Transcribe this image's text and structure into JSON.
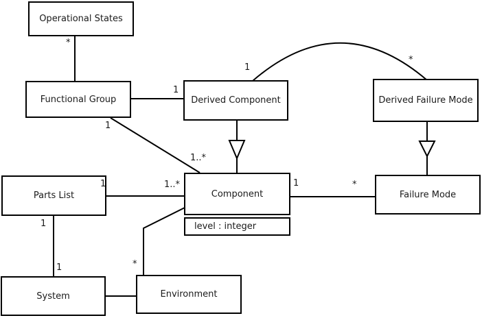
{
  "diagram": {
    "kind": "uml-class-diagram",
    "colors": {
      "line": "#000000",
      "background": "#ffffff",
      "box_fill": "#ffffff",
      "text": "#1a1a1a"
    }
  },
  "classes": {
    "operational_states": {
      "label": "Operational States"
    },
    "functional_group": {
      "label": "Functional Group"
    },
    "derived_component": {
      "label": "Derived Component"
    },
    "derived_failure_mode": {
      "label": "Derived Failure Mode"
    },
    "parts_list": {
      "label": "Parts List"
    },
    "component": {
      "label": "Component",
      "attribute": "level : integer"
    },
    "failure_mode": {
      "label": "Failure Mode"
    },
    "system": {
      "label": "System"
    },
    "environment": {
      "label": "Environment"
    }
  },
  "relationships": [
    {
      "from": "Operational States",
      "to": "Functional Group",
      "type": "association",
      "label_at_from": "*"
    },
    {
      "from": "Functional Group",
      "to": "Derived Component",
      "type": "association",
      "label_at_to": "1"
    },
    {
      "from": "Functional Group",
      "to": "Component",
      "type": "association",
      "label_at_from": "1",
      "label_at_to": "1..*"
    },
    {
      "from": "Derived Component",
      "to": "Derived Failure Mode",
      "type": "association-arc",
      "label_at_from": "1",
      "label_at_to": "*"
    },
    {
      "from": "Derived Component",
      "to": "Component",
      "type": "generalization"
    },
    {
      "from": "Derived Failure Mode",
      "to": "Failure Mode",
      "type": "generalization"
    },
    {
      "from": "Parts List",
      "to": "Component",
      "type": "association",
      "label_at_from": "1",
      "label_at_to": "1..*"
    },
    {
      "from": "Component",
      "to": "Failure Mode",
      "type": "association",
      "label_at_from": "1",
      "label_at_to": "*"
    },
    {
      "from": "Parts List",
      "to": "System",
      "type": "association",
      "label_at_from": "1",
      "label_at_to": "1"
    },
    {
      "from": "System",
      "to": "Environment",
      "type": "association"
    },
    {
      "from": "Component",
      "to": "Environment",
      "type": "association",
      "label_at_to": "*"
    }
  ]
}
